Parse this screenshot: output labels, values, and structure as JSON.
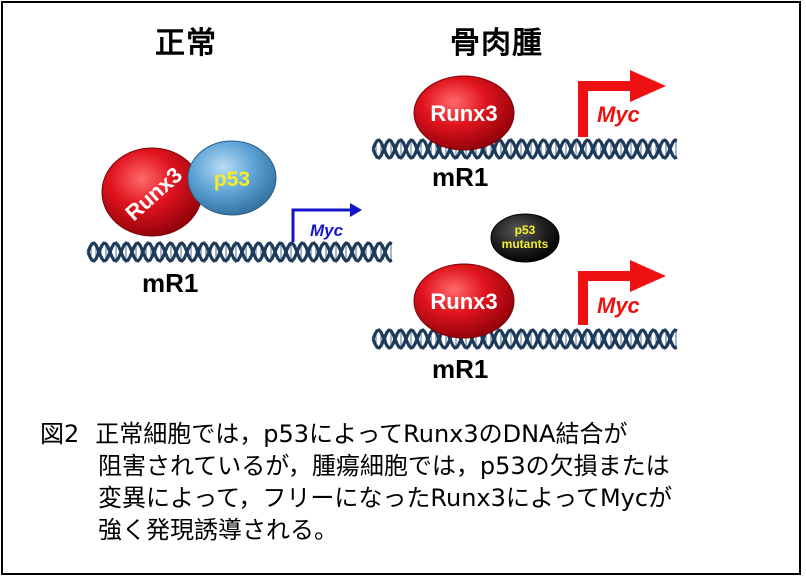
{
  "panels": {
    "normal": {
      "title": "正常"
    },
    "tumor": {
      "title": "骨肉腫"
    }
  },
  "labels": {
    "runx3": "Runx3",
    "p53": "p53",
    "p53_mutants_line1": "p53",
    "p53_mutants_line2": "mutants",
    "myc": "Myc",
    "mr1": "mR1"
  },
  "caption": {
    "figure_label": "図2",
    "line1": "正常細胞では，p53によってRunx3のDNA結合が",
    "line2": "阻害されているが，腫瘍細胞では，p53の欠損または",
    "line3": "変異によって，フリーになったRunx3によってMycが",
    "line4": "強く発現誘導される。"
  },
  "colors": {
    "runx3": "#e0141e",
    "p53_normal": "#5ea4d6",
    "p53_text": "#f4ec2a",
    "p53_mutant": "#1c1c1c",
    "myc_arrow_weak": "#1414c8",
    "myc_arrow_strong": "#ee1111",
    "dna": "#1e3a5a"
  }
}
